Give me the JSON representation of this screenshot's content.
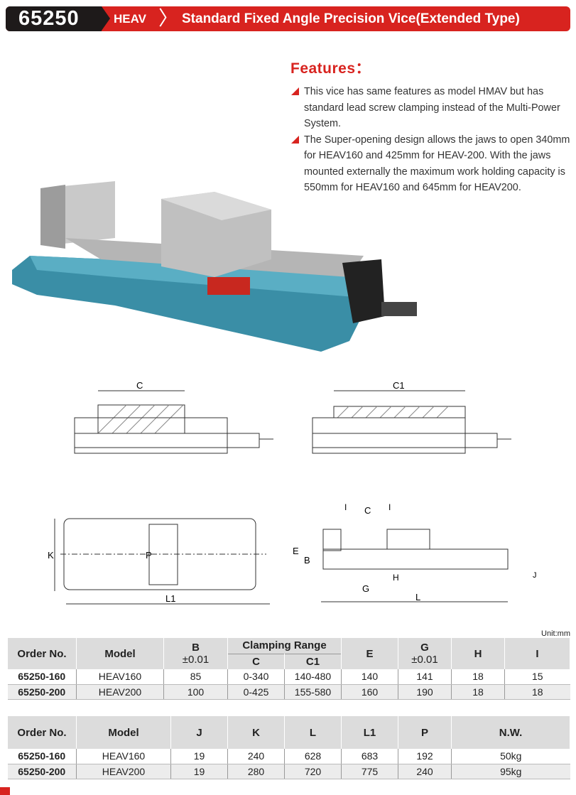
{
  "header": {
    "code": "65250",
    "series": "HEAV",
    "title": "Standard Fixed Angle Precision Vice(Extended Type)"
  },
  "features": {
    "heading": "Features：",
    "items": [
      "This vice has same features as model HMAV but has standard lead screw clamping instead of the Multi-Power System.",
      "The Super-opening design allows the jaws to open 340mm for HEAV160 and 425mm for HEAV-200. With the jaws mounted externally the maximum work holding capacity is 550mm for HEAV160 and 645mm for HEAV200."
    ]
  },
  "drawings": {
    "c": "C",
    "c1": "C1",
    "k": "K",
    "p": "P",
    "l1": "L1",
    "i": "I",
    "e": "E",
    "b": "B",
    "g": "G",
    "h": "H",
    "l": "L",
    "j": "J"
  },
  "unit": "Unit:mm",
  "table1": {
    "headers": {
      "order": "Order No.",
      "model": "Model",
      "b": "B",
      "b_tol": "±0.01",
      "clamp": "Clamping Range",
      "c": "C",
      "c1": "C1",
      "e": "E",
      "g": "G",
      "g_tol": "±0.01",
      "h": "H",
      "i": "I"
    },
    "rows": [
      [
        "65250-160",
        "HEAV160",
        "85",
        "0-340",
        "140-480",
        "140",
        "141",
        "18",
        "15"
      ],
      [
        "65250-200",
        "HEAV200",
        "100",
        "0-425",
        "155-580",
        "160",
        "190",
        "18",
        "18"
      ]
    ]
  },
  "table2": {
    "headers": [
      "Order No.",
      "Model",
      "J",
      "K",
      "L",
      "L1",
      "P",
      "N.W."
    ],
    "rows": [
      [
        "65250-160",
        "HEAV160",
        "19",
        "240",
        "628",
        "683",
        "192",
        "50kg"
      ],
      [
        "65250-200",
        "HEAV200",
        "19",
        "280",
        "720",
        "775",
        "240",
        "95kg"
      ]
    ]
  }
}
